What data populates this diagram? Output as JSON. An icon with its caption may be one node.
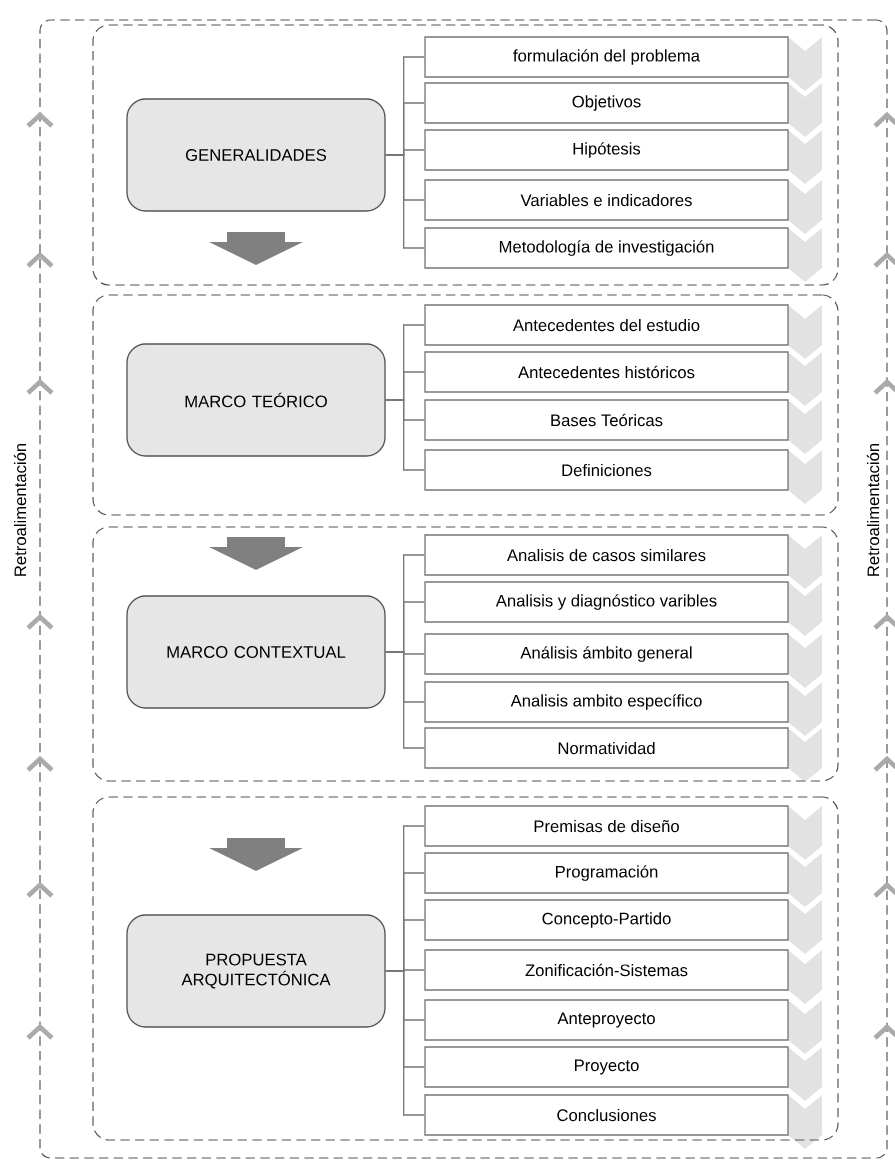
{
  "diagram": {
    "nodes": [
      {
        "text": [
          "Retroalimentación",
          "Retroalimentación"
        ]
      },
      {
        "text": [],
        "shape": "box",
        "in": 0
      },
      {
        "text": [
          "GENERALIDADES"
        ],
        "in": 1
      },
      {
        "text": [
          "formulación del problema"
        ],
        "in": 1
      },
      {
        "text": [
          "Objetivos"
        ],
        "in": 1
      },
      {
        "text": [
          "Hipótesis"
        ],
        "in": 1
      },
      {
        "text": [
          "Variables e indicadores"
        ],
        "in": 1
      },
      {
        "text": [
          "Metodología de investigación"
        ],
        "in": 1
      },
      {
        "text": [],
        "shape": "box",
        "in": 0
      },
      {
        "text": [
          "MARCO TEÓRICO"
        ],
        "in": 8
      },
      {
        "text": [
          "Antecedentes del estudio"
        ],
        "in": 8
      },
      {
        "text": [
          "Antecedentes históricos"
        ],
        "in": 8
      },
      {
        "text": [
          "Bases Teóricas"
        ],
        "in": 8
      },
      {
        "text": [
          "Definiciones"
        ],
        "in": 8
      },
      {
        "text": [],
        "shape": "box",
        "in": 0
      },
      {
        "text": [
          "MARCO CONTEXTUAL"
        ],
        "in": 14
      },
      {
        "text": [
          "Analisis de casos similares"
        ],
        "in": 14
      },
      {
        "text": [
          "Analisis y diagnóstico varibles"
        ],
        "in": 14
      },
      {
        "text": [
          "Análisis ámbito general"
        ],
        "in": 14
      },
      {
        "text": [
          "Analisis ambito específico"
        ],
        "in": 14
      },
      {
        "text": [
          "Normatividad"
        ],
        "in": 14
      },
      {
        "text": [],
        "shape": "box",
        "in": 0
      },
      {
        "text": [
          "PROPUESTA ARQUITECTÓNICA"
        ],
        "in": 21
      },
      {
        "text": [
          "Premisas de diseño"
        ],
        "in": 21
      },
      {
        "text": [
          "Programación"
        ],
        "in": 21
      },
      {
        "text": [
          "Concepto-Partido"
        ],
        "in": 21
      },
      {
        "text": [
          "Zonificación-Sistemas"
        ],
        "in": 21
      },
      {
        "text": [
          "Anteproyecto"
        ],
        "in": 21
      },
      {
        "text": [
          "Proyecto"
        ],
        "in": 21
      },
      {
        "text": [
          "Conclusiones"
        ],
        "in": 21
      }
    ],
    "edges": [
      {
        "from": 2,
        "to": 3,
        "arrow": "none"
      },
      {
        "from": 2,
        "to": 4,
        "arrow": "none"
      },
      {
        "from": 2,
        "to": 5,
        "arrow": "none"
      },
      {
        "from": 2,
        "to": 6,
        "arrow": "none"
      },
      {
        "from": 2,
        "to": 7,
        "arrow": "none"
      },
      {
        "from": 9,
        "to": 10,
        "arrow": "none"
      },
      {
        "from": 9,
        "to": 11,
        "arrow": "none"
      },
      {
        "from": 9,
        "to": 12,
        "arrow": "none"
      },
      {
        "from": 9,
        "to": 13,
        "arrow": "none"
      },
      {
        "from": 15,
        "to": 16,
        "arrow": "none"
      },
      {
        "from": 15,
        "to": 17,
        "arrow": "none"
      },
      {
        "from": 15,
        "to": 18,
        "arrow": "none"
      },
      {
        "from": 15,
        "to": 19,
        "arrow": "none"
      },
      {
        "from": 15,
        "to": 20,
        "arrow": "none"
      },
      {
        "from": 22,
        "to": 23,
        "arrow": "none"
      },
      {
        "from": 22,
        "to": 24,
        "arrow": "none"
      },
      {
        "from": 22,
        "to": 25,
        "arrow": "none"
      },
      {
        "from": 22,
        "to": 26,
        "arrow": "none"
      },
      {
        "from": 22,
        "to": 27,
        "arrow": "none"
      },
      {
        "from": 22,
        "to": 28,
        "arrow": "none"
      },
      {
        "from": 22,
        "to": 29,
        "arrow": "none"
      }
    ]
  }
}
